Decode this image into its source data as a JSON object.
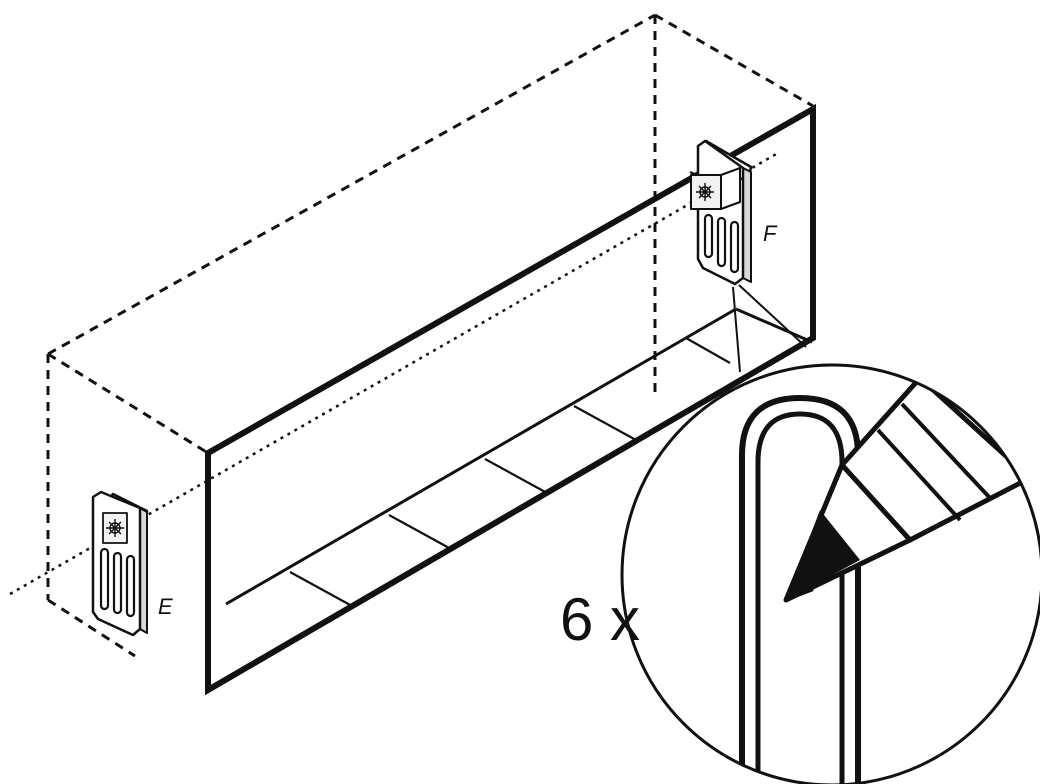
{
  "labels": {
    "bracket_e": "E",
    "bracket_f": "F",
    "quantity": "6 x"
  },
  "colors": {
    "ink": "#111111",
    "paper": "#ffffff",
    "fill_grey": "#f2f2f2"
  },
  "icons": {
    "bracket": "mounting-bracket-icon",
    "tool": "pencil-icon"
  }
}
